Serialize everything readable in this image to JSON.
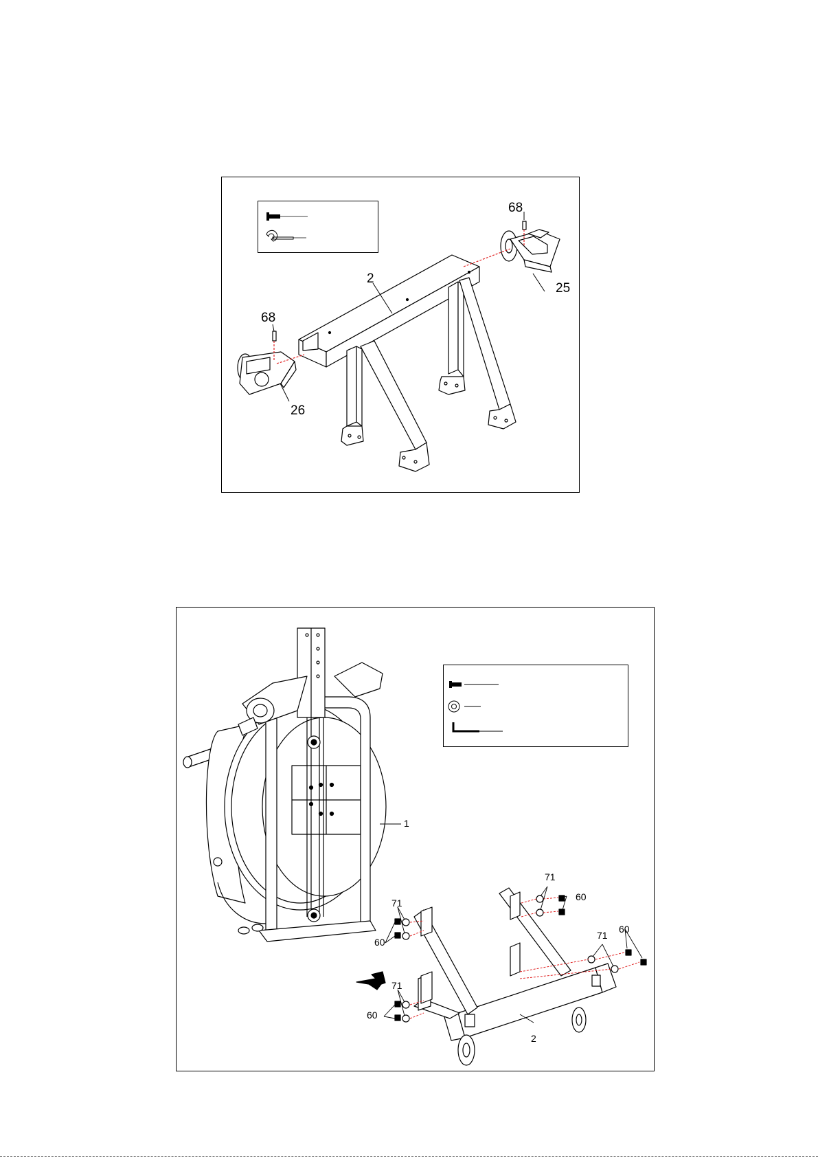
{
  "page": {
    "background": "#ffffff",
    "line_color": "#000000",
    "guide_color": "#e02020"
  },
  "step_a": {
    "hardware_legend": [
      {
        "icon": "bolt-icon",
        "qty": ""
      },
      {
        "icon": "wrench-icon",
        "qty": ""
      }
    ],
    "callouts": {
      "part_2": "2",
      "part_25": "25",
      "part_26": "26",
      "bolt_left": "68",
      "bolt_right": "68"
    }
  },
  "step_b": {
    "hardware_legend": [
      {
        "icon": "bolt-icon",
        "qty": ""
      },
      {
        "icon": "washer-icon",
        "qty": ""
      },
      {
        "icon": "allen-key-icon",
        "qty": ""
      }
    ],
    "callouts": {
      "part_1": "1",
      "part_2": "2",
      "washer_upper_left": "71",
      "bolt_upper_left": "60",
      "washer_lower_left": "71",
      "bolt_lower_left": "60",
      "washer_upper_right": "71",
      "bolt_upper_right": "60",
      "washer_right": "71",
      "bolt_right": "60"
    }
  }
}
